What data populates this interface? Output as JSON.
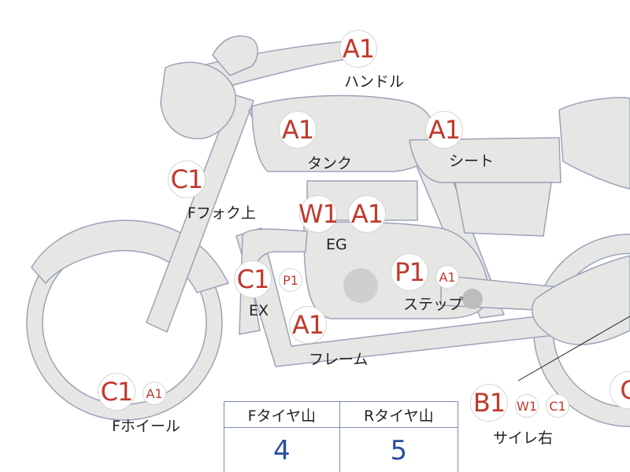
{
  "colors": {
    "badge_text": "#c0392b",
    "label_text": "#222222",
    "bike_fill": "#e6e6e4",
    "bike_stroke": "#9aa3b8",
    "table_border": "#7d8bb0",
    "table_value": "#2a4fa0"
  },
  "parts": {
    "handle": {
      "label": "ハンドル",
      "codes": [
        "A1"
      ]
    },
    "tank": {
      "label": "タンク",
      "codes": [
        "A1"
      ]
    },
    "seat": {
      "label": "シート",
      "codes": [
        "A1"
      ]
    },
    "f_fork_upper": {
      "label": "Fフォク上",
      "codes": [
        "C1"
      ]
    },
    "engine": {
      "label": "EG",
      "codes": [
        "W1",
        "A1"
      ]
    },
    "exhaust": {
      "label": "EX",
      "codes": [
        "C1",
        "P1"
      ]
    },
    "step": {
      "label": "ステップ",
      "codes": [
        "P1",
        "A1"
      ]
    },
    "frame": {
      "label": "フレーム",
      "codes": [
        "A1"
      ]
    },
    "f_wheel": {
      "label": "Fホイール",
      "codes": [
        "C1",
        "A1"
      ]
    },
    "silencer_right": {
      "label": "サイレ右",
      "codes": [
        "B1",
        "W1",
        "C1"
      ]
    },
    "rear_partial": {
      "codes": [
        "C"
      ]
    }
  },
  "tire_table": {
    "headers": [
      "Fタイヤ山",
      "Rタイヤ山"
    ],
    "values": [
      "4",
      "5"
    ]
  }
}
